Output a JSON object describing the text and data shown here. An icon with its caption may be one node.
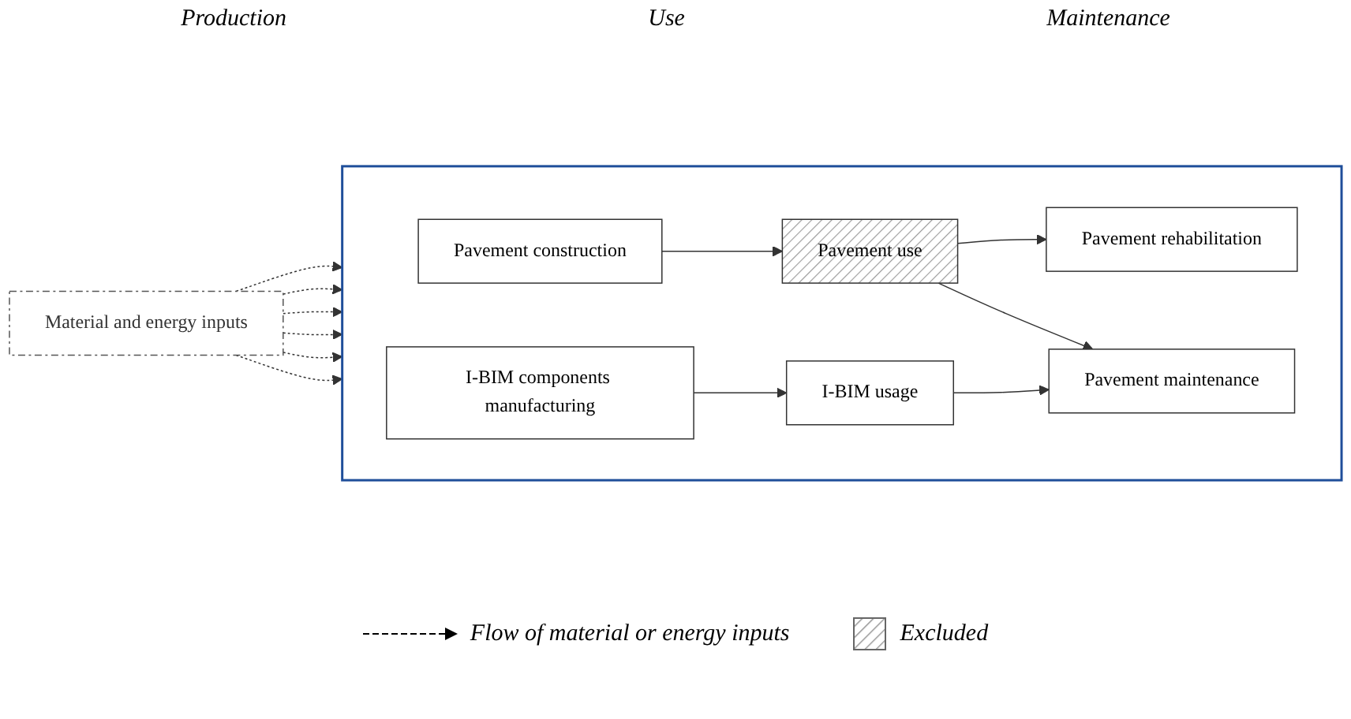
{
  "diagram": {
    "nodes": [
      {
        "text": [],
        "shape": "box"
      },
      {
        "text": [
          "Pavement construction"
        ],
        "in": 0
      },
      {
        "text": [
          "Pavement use"
        ],
        "in": 0
      },
      {
        "text": [
          "Pavement rehabilitation"
        ],
        "in": 0
      },
      {
        "text": [
          "Pavement maintenance"
        ],
        "in": 0
      },
      {
        "text": [
          "I-BIM components manufacturing"
        ],
        "in": 0
      },
      {
        "text": [
          "I-BIM usage"
        ],
        "in": 0
      },
      {
        "text": [
          "Material and energy inputs"
        ]
      }
    ],
    "edges": [
      {
        "from": 1,
        "to": 2,
        "arrow": "to"
      },
      {
        "from": 2,
        "to": 3,
        "arrow": "to"
      },
      {
        "from": 2,
        "to": 4,
        "arrow": "to"
      },
      {
        "from": 5,
        "to": 6,
        "arrow": "to"
      },
      {
        "from": 6,
        "to": 4,
        "arrow": "to"
      },
      {
        "from": 7,
        "to": 0,
        "arrow": "to",
        "style": "dashed"
      },
      {
        "from": 7,
        "to": 0,
        "arrow": "to",
        "style": "dashed"
      },
      {
        "from": 7,
        "to": 0,
        "arrow": "to",
        "style": "dashed"
      },
      {
        "from": 7,
        "to": 0,
        "arrow": "to",
        "style": "dashed"
      },
      {
        "from": 7,
        "to": 0,
        "arrow": "to",
        "style": "dashed"
      },
      {
        "from": 7,
        "to": 0,
        "arrow": "to",
        "style": "dashed"
      }
    ],
    "labels": [
      "Production",
      "Use",
      "Maintenance"
    ],
    "legend": [
      {
        "text": "Flow of material or energy inputs"
      },
      {
        "text": "Excluded"
      }
    ]
  }
}
